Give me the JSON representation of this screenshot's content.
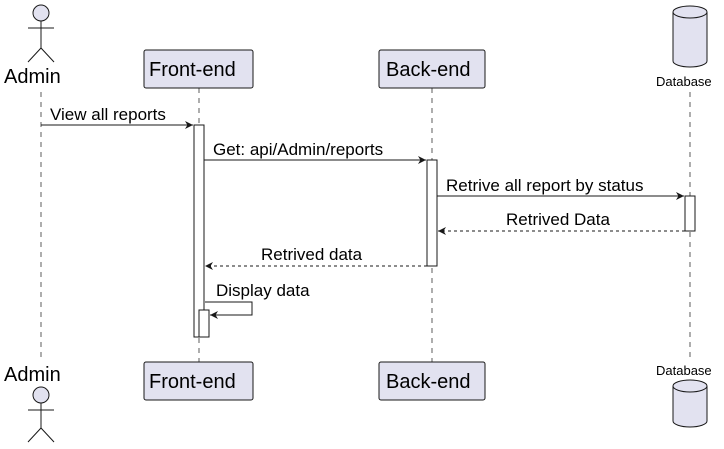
{
  "participants": {
    "admin": {
      "label": "Admin",
      "kind": "actor"
    },
    "frontend": {
      "label": "Front-end",
      "kind": "participant"
    },
    "backend": {
      "label": "Back-end",
      "kind": "participant"
    },
    "database": {
      "label": "Database",
      "kind": "database"
    }
  },
  "messages": [
    {
      "from": "admin",
      "to": "frontend",
      "text": "View all reports",
      "style": "solid"
    },
    {
      "from": "frontend",
      "to": "backend",
      "text": "Get: api/Admin/reports",
      "style": "solid"
    },
    {
      "from": "backend",
      "to": "database",
      "text": "Retrive all report by status",
      "style": "solid"
    },
    {
      "from": "database",
      "to": "backend",
      "text": "Retrived Data",
      "style": "dashed"
    },
    {
      "from": "backend",
      "to": "frontend",
      "text": "Retrived data",
      "style": "dashed"
    },
    {
      "from": "frontend",
      "to": "frontend",
      "text": "Display data",
      "style": "solid-self"
    }
  ],
  "colors": {
    "participant_fill": "#e2e2f0",
    "participant_stroke": "#181818",
    "lifeline": "#181818",
    "activation_fill": "#ffffff"
  }
}
